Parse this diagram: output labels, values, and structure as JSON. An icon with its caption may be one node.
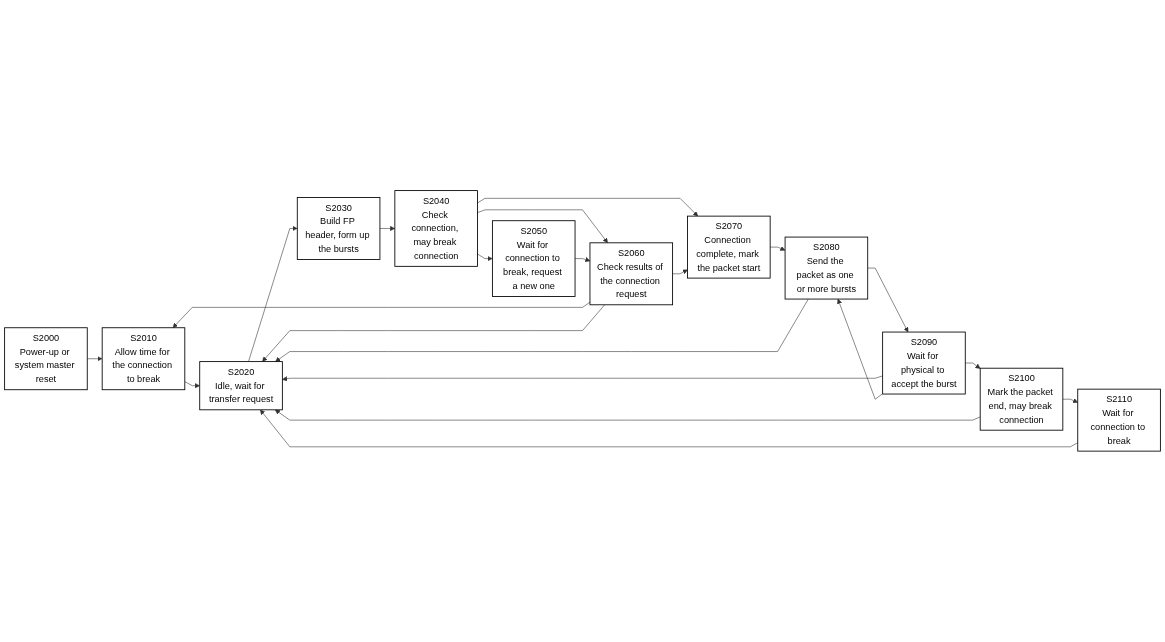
{
  "diagram": {
    "nodes": [
      {
        "text": [
          "S2000",
          "Power-up or system master reset"
        ]
      },
      {
        "text": [
          "S2010",
          "Allow time for the connection to break"
        ]
      },
      {
        "text": [
          "S2110",
          "Wait for connection to break"
        ]
      },
      {
        "text": [
          "S2060",
          "Check results of the connection request"
        ]
      },
      {
        "text": [
          "S2020",
          "Idle, wait for transfer request"
        ]
      },
      {
        "text": [
          "S2100",
          "Mark the packet end, may break connection"
        ]
      },
      {
        "text": [
          "S2030",
          "Build FP header, form up the bursts"
        ]
      },
      {
        "text": [
          "S2090",
          "Wait for physical to accept the burst"
        ]
      },
      {
        "text": [
          "S2050",
          "Wait for connection to break, request a new one"
        ]
      },
      {
        "text": [
          "S2040",
          "Check connection, may break connection"
        ]
      },
      {
        "text": [
          "S2080",
          "Send the packet as one or more bursts"
        ]
      },
      {
        "text": [
          "S2070",
          "Connection complete, mark the packet start"
        ]
      }
    ],
    "edges": [
      {
        "from": 0,
        "to": 1,
        "arrow": "to"
      },
      {
        "from": 3,
        "to": 1,
        "arrow": "to"
      },
      {
        "from": 1,
        "to": 4,
        "arrow": "to"
      },
      {
        "from": 2,
        "to": 4,
        "arrow": "to"
      },
      {
        "from": 5,
        "to": 4,
        "arrow": "to"
      },
      {
        "from": 3,
        "to": 4,
        "arrow": "to"
      },
      {
        "from": 4,
        "to": 6,
        "arrow": "to"
      },
      {
        "from": 5,
        "to": 2,
        "arrow": "to"
      },
      {
        "from": 7,
        "to": 5,
        "arrow": "to"
      },
      {
        "from": 7,
        "to": 4,
        "arrow": "to"
      },
      {
        "from": 10,
        "to": 4,
        "arrow": "to"
      },
      {
        "from": 10,
        "to": 7,
        "arrow": "to"
      },
      {
        "from": 7,
        "to": 10,
        "arrow": "to"
      },
      {
        "from": 6,
        "to": 9,
        "arrow": "to"
      },
      {
        "from": 9,
        "to": 8,
        "arrow": "to"
      },
      {
        "from": 9,
        "to": 3,
        "arrow": "to"
      },
      {
        "from": 8,
        "to": 3,
        "arrow": "to"
      },
      {
        "from": 9,
        "to": 11,
        "arrow": "to"
      },
      {
        "from": 3,
        "to": 11,
        "arrow": "to"
      },
      {
        "from": 11,
        "to": 10,
        "arrow": "to"
      }
    ]
  }
}
